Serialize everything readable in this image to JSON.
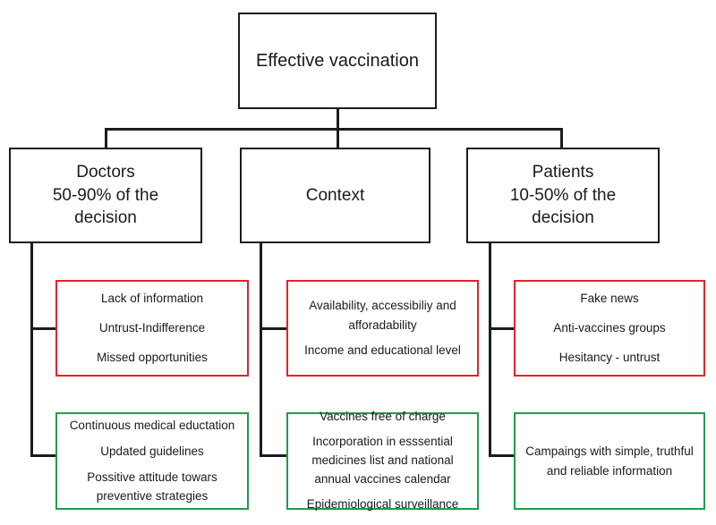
{
  "diagram": {
    "title": "Effective vaccination determinants",
    "colors": {
      "outline": "#1C1C1C",
      "risk_border": "#ED2024",
      "solution_border": "#1E9E4A",
      "background": "#FFFFFF",
      "text": "#1A1A1A"
    },
    "root": {
      "label": "Effective vaccination"
    },
    "branches": [
      {
        "key": "doctors",
        "title": "Doctors",
        "subtitle_line1": "50-90% of the",
        "subtitle_line2": "decision",
        "risk": {
          "lines": [
            "Lack of information",
            "Untrust-Indifference",
            "Missed opportunities"
          ]
        },
        "solution": {
          "lines": [
            "Continuous  medical eductation",
            "Updated guidelines",
            "Possitive attitude towars preventive strategies"
          ]
        }
      },
      {
        "key": "context",
        "title": "Context",
        "subtitle_line1": "",
        "subtitle_line2": "",
        "risk": {
          "lines": [
            "Availability, accessibiliy and afforadability",
            "Income and educational level"
          ]
        },
        "solution": {
          "lines": [
            "Vaccines free of charge",
            "Incorporation in esssential medicines list and national annual vaccines calendar",
            "Epidemiological surveillance"
          ]
        }
      },
      {
        "key": "patients",
        "title": "Patients",
        "subtitle_line1": "10-50% of the",
        "subtitle_line2": "decision",
        "risk": {
          "lines": [
            "Fake news",
            "Anti-vaccines groups",
            "Hesitancy - untrust"
          ]
        },
        "solution": {
          "lines": [
            "Campaings with simple, truthful and reliable information"
          ]
        }
      }
    ]
  }
}
